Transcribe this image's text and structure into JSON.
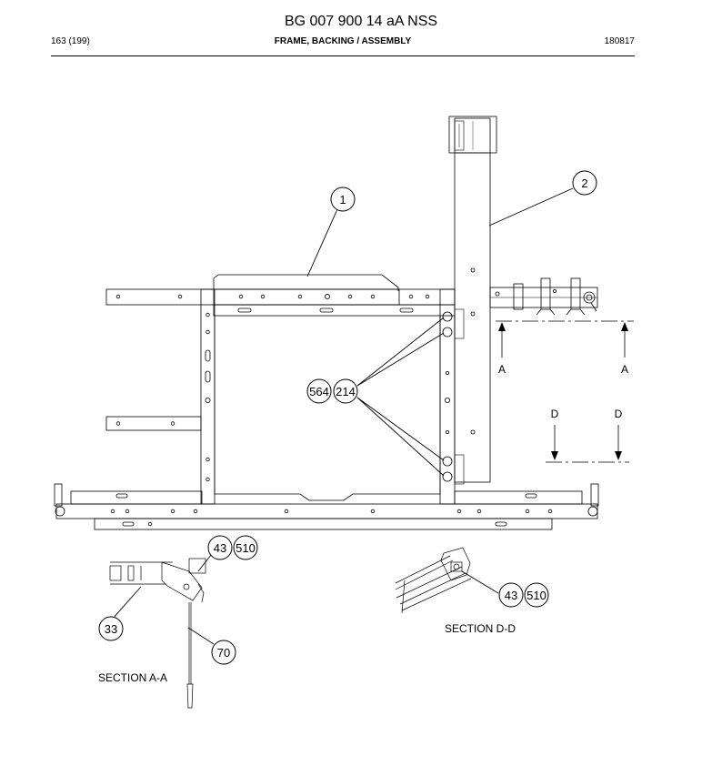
{
  "header": {
    "doc_number": "BG 007 900 14 aA NSS",
    "page": "163 (199)",
    "section_title": "FRAME, BACKING / ASSEMBLY",
    "date_code": "180817"
  },
  "callouts": {
    "c1": "1",
    "c2": "2",
    "c564": "564",
    "c214": "214",
    "c43a": "43",
    "c510a": "510",
    "c33": "33",
    "c70": "70",
    "c43b": "43",
    "c510b": "510"
  },
  "section_markers": {
    "a_left": "A",
    "a_right": "A",
    "d_left": "D",
    "d_right": "D"
  },
  "section_labels": {
    "aa": "SECTION A-A",
    "dd": "SECTION D-D"
  }
}
